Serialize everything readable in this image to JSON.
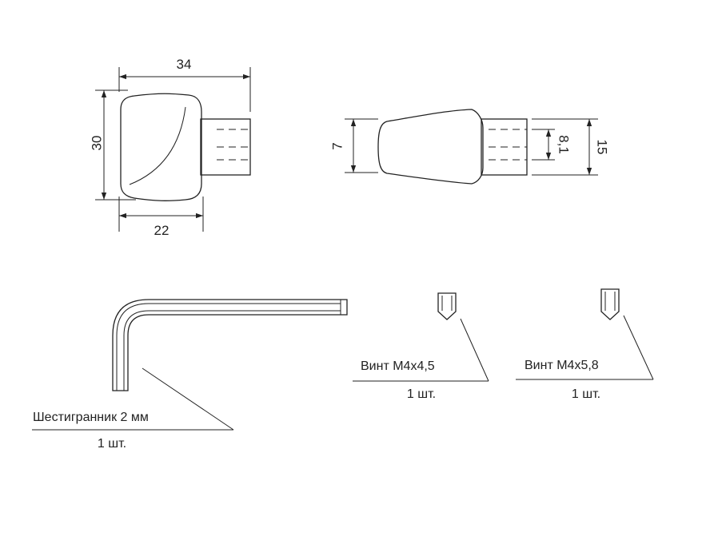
{
  "front_view": {
    "width_total": "34",
    "height": "30",
    "width_body": "22"
  },
  "side_view": {
    "height_small": "7",
    "hole": "8,1",
    "height_large": "15"
  },
  "hex_key": {
    "name": "Шестигранник 2 мм",
    "qty": "1 шт."
  },
  "screw_1": {
    "name": "Винт М4х4,5",
    "qty": "1 шт."
  },
  "screw_2": {
    "name": "Винт М4х5,8",
    "qty": "1 шт."
  },
  "colors": {
    "line": "#222222",
    "background": "#ffffff"
  }
}
